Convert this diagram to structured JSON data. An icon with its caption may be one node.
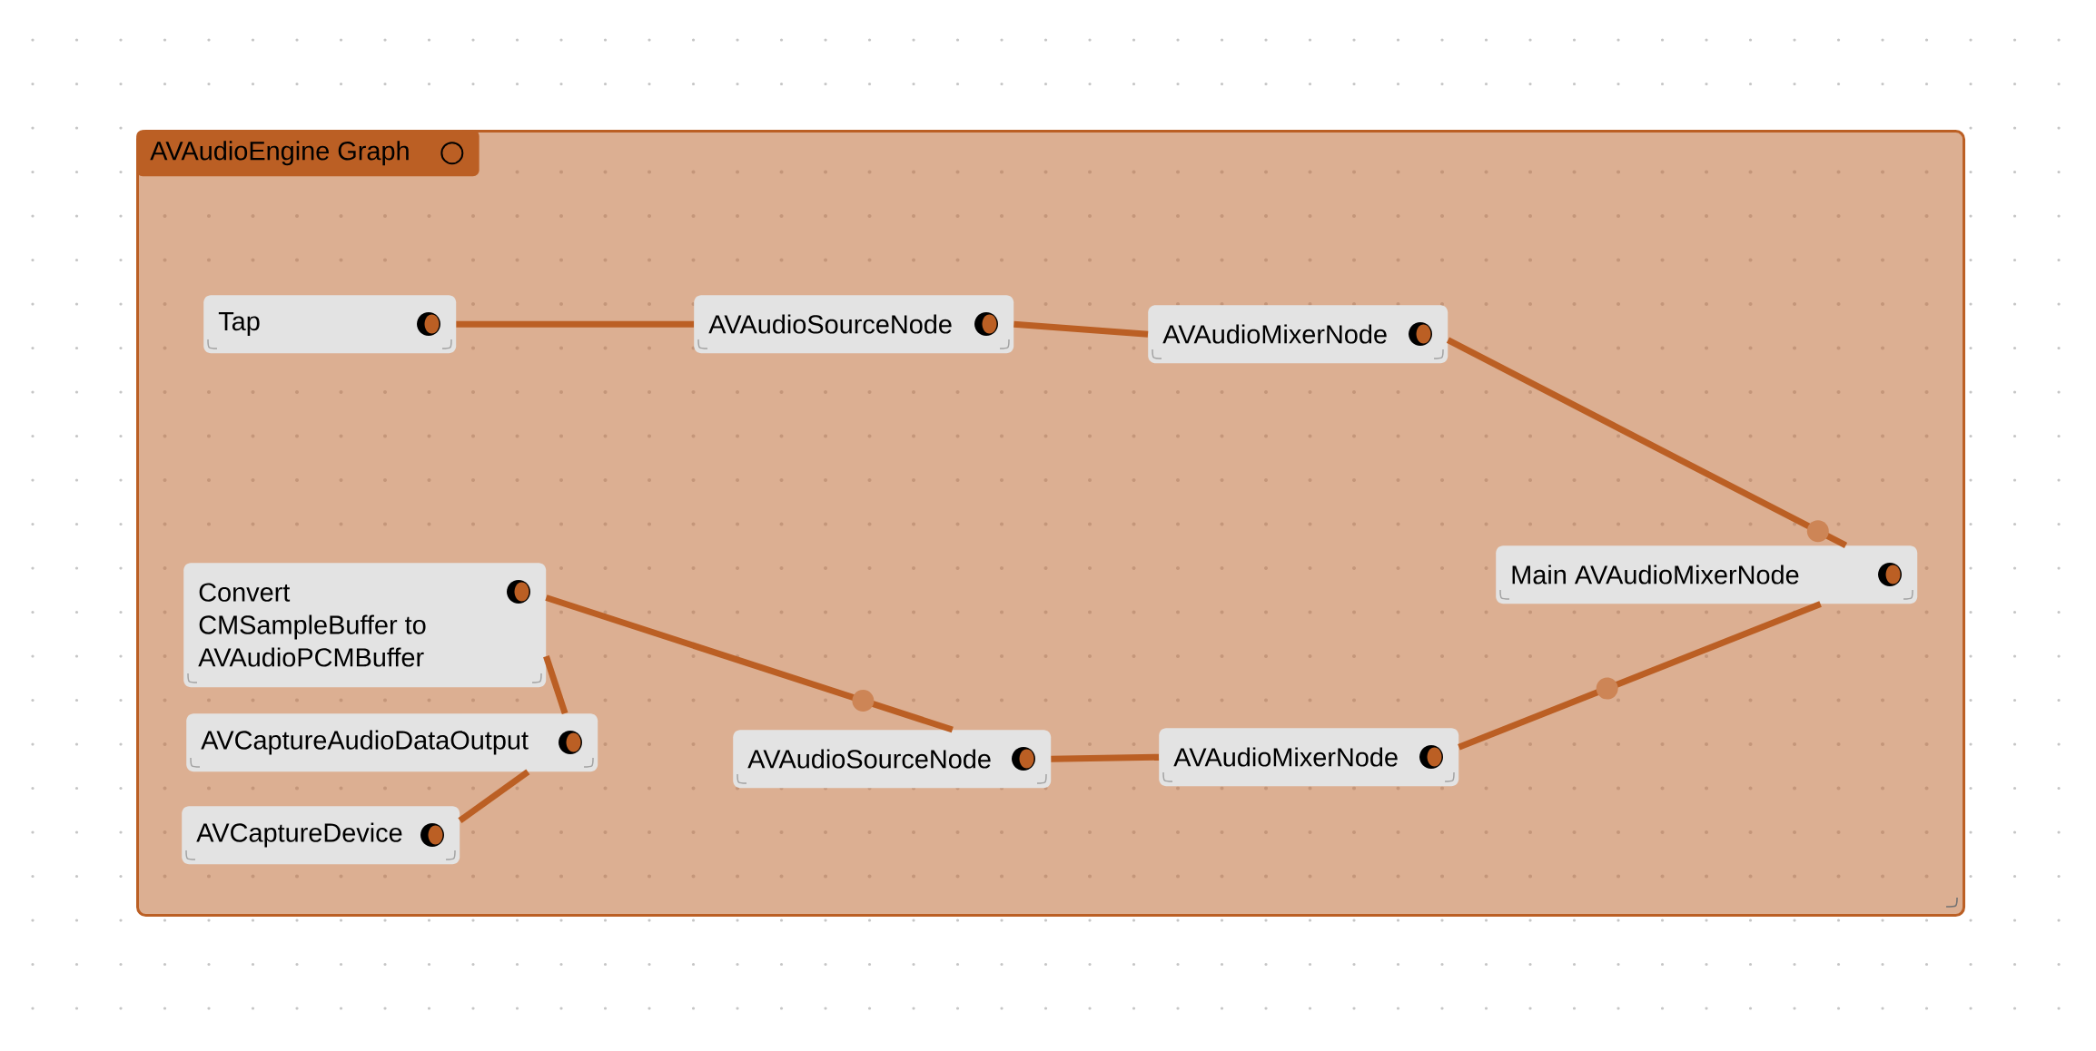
{
  "diagram": {
    "nodes": [
      {
        "text": [
          "AVAudioEngine Graph"
        ]
      },
      {
        "text": [
          "Tap"
        ],
        "in": 0
      },
      {
        "text": [
          "AVAudioSourceNode"
        ],
        "in": 0
      },
      {
        "text": [
          "AVAudioMixerNode"
        ],
        "in": 0
      },
      {
        "text": [
          "Main AVAudioMixerNode"
        ],
        "in": 0
      },
      {
        "text": [
          "Convert CMSampleBuffer to AVAudioPCMBuffer"
        ],
        "in": 0
      },
      {
        "text": [
          "AVCaptureAudioDataOutput"
        ],
        "in": 0
      },
      {
        "text": [
          "AVAudioSourceNode"
        ],
        "in": 0
      },
      {
        "text": [
          "AVAudioMixerNode"
        ],
        "in": 0
      },
      {
        "text": [
          "AVCaptureDevice"
        ],
        "in": 0
      }
    ],
    "edges": [
      {
        "from": 1,
        "to": 2,
        "arrow": "none"
      },
      {
        "from": 2,
        "to": 3,
        "arrow": "none"
      },
      {
        "from": 3,
        "to": 4,
        "arrow": "none"
      },
      {
        "from": 9,
        "to": 6,
        "arrow": "none"
      },
      {
        "from": 6,
        "to": 5,
        "arrow": "none"
      },
      {
        "from": 5,
        "to": 7,
        "arrow": "none"
      },
      {
        "from": 7,
        "to": 8,
        "arrow": "none"
      },
      {
        "from": 8,
        "to": 4,
        "arrow": "none"
      }
    ]
  }
}
